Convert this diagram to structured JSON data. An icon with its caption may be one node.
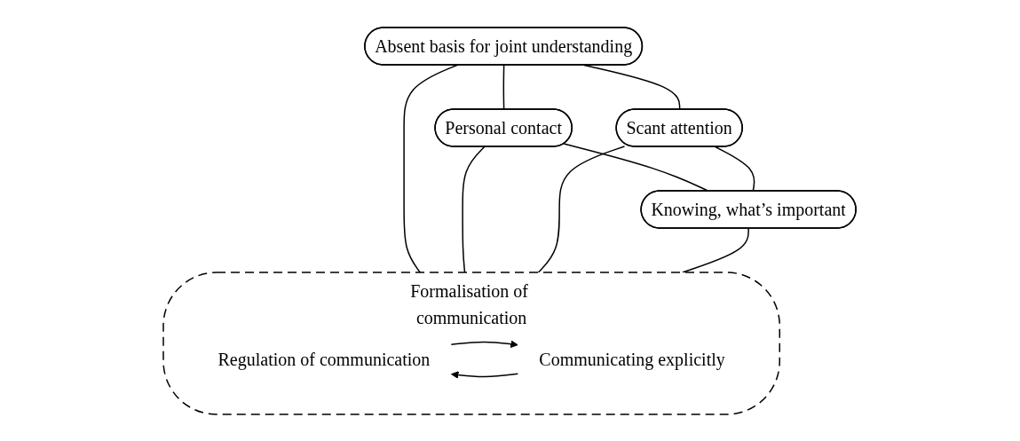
{
  "diagram": {
    "nodes": [
      {
        "text": [
          "Absent basis for joint understanding"
        ]
      },
      {
        "text": [
          "Personal contact"
        ]
      },
      {
        "text": [
          "Formalisation of communication"
        ]
      },
      {
        "text": [
          "Regulation of communication"
        ],
        "in": 2
      },
      {
        "text": [
          "Communicating explicitly"
        ],
        "in": 2
      },
      {
        "text": [
          "Scant attention"
        ]
      },
      {
        "text": [
          "Knowing, what’s important"
        ]
      }
    ],
    "edges": [
      {
        "from": 0,
        "to": 1,
        "arrow": "none"
      },
      {
        "from": 0,
        "to": 5,
        "arrow": "none"
      },
      {
        "from": 1,
        "to": 6,
        "arrow": "none"
      },
      {
        "from": 5,
        "to": 6,
        "arrow": "none"
      },
      {
        "from": 0,
        "to": 2,
        "arrow": "none"
      },
      {
        "from": 1,
        "to": 2,
        "arrow": "none"
      },
      {
        "from": 5,
        "to": 2,
        "arrow": "none"
      },
      {
        "from": 6,
        "to": 2,
        "arrow": "none"
      },
      {
        "from": 3,
        "to": 4,
        "arrow": "to"
      },
      {
        "from": 4,
        "to": 3,
        "arrow": "to"
      }
    ]
  }
}
